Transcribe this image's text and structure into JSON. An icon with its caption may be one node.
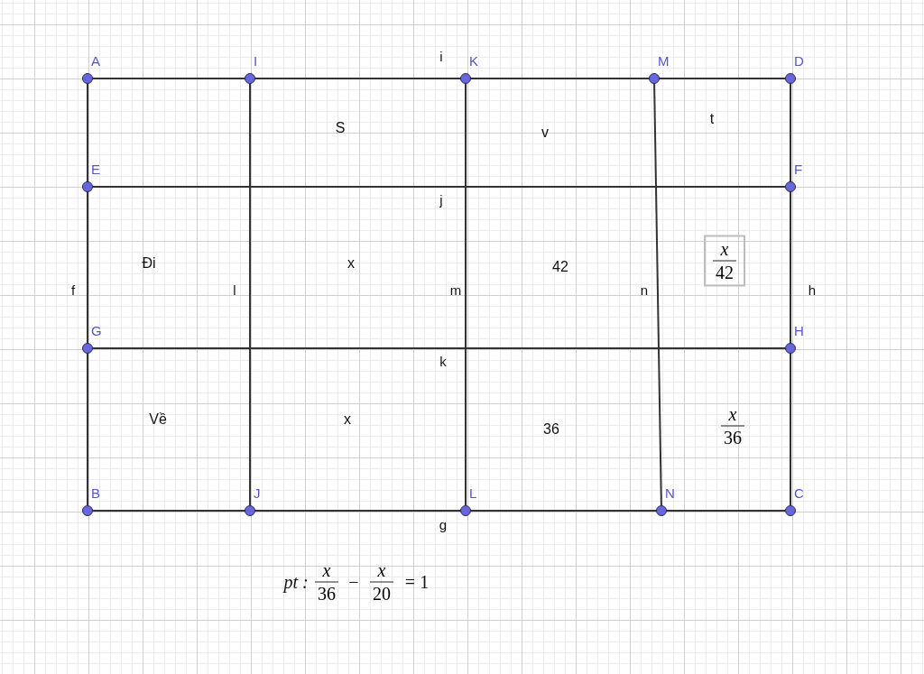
{
  "diagram": {
    "nodes": [
      {
        "text": [
          "A"
        ]
      },
      {
        "text": [
          "I"
        ]
      },
      {
        "text": [
          "K"
        ]
      },
      {
        "text": [
          "M"
        ]
      },
      {
        "text": [
          "D"
        ]
      },
      {
        "text": [
          "E"
        ]
      },
      {
        "text": [
          "F"
        ]
      },
      {
        "text": [
          "G"
        ]
      },
      {
        "text": [
          "H"
        ]
      },
      {
        "text": [
          "B"
        ]
      },
      {
        "text": [
          "J"
        ]
      },
      {
        "text": [
          "L"
        ]
      },
      {
        "text": [
          "N"
        ]
      },
      {
        "text": [
          "C"
        ]
      }
    ],
    "edges": [
      {
        "from": 0,
        "to": 4,
        "arrow": "none",
        "label": "i"
      },
      {
        "from": 5,
        "to": 6,
        "arrow": "none",
        "label": "j"
      },
      {
        "from": 7,
        "to": 8,
        "arrow": "none",
        "label": "k"
      },
      {
        "from": 9,
        "to": 13,
        "arrow": "none",
        "label": "g"
      },
      {
        "from": 0,
        "to": 9,
        "arrow": "none",
        "label": "f"
      },
      {
        "from": 1,
        "to": 10,
        "arrow": "none",
        "label": "l"
      },
      {
        "from": 2,
        "to": 11,
        "arrow": "none",
        "label": "m"
      },
      {
        "from": 3,
        "to": 12,
        "arrow": "none",
        "label": "n"
      },
      {
        "from": 4,
        "to": 13,
        "arrow": "none",
        "label": "h"
      }
    ],
    "labels": [
      "S",
      "v",
      "t",
      "Đi",
      "x",
      "42",
      "x",
      "42",
      "Về",
      "x",
      "36",
      "x",
      "36",
      "pt :",
      "x",
      "36",
      "−",
      "x",
      "20",
      "= 1"
    ]
  }
}
